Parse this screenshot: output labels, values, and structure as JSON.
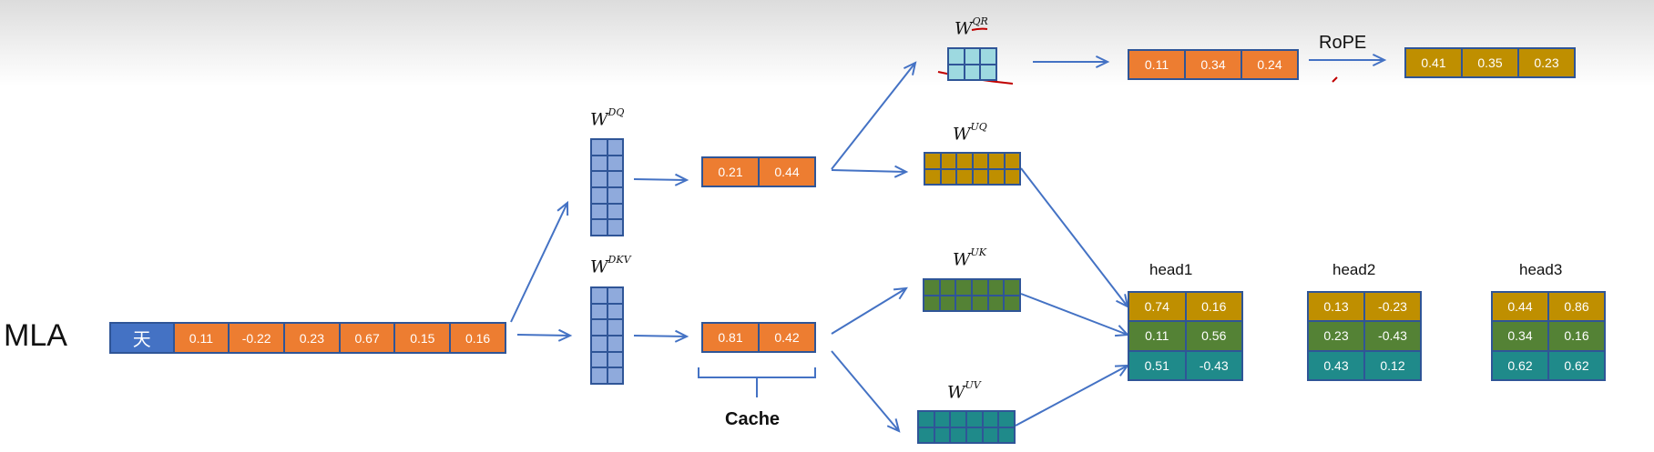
{
  "title": "MLA",
  "colors": {
    "arrow": "#4472c4",
    "border": "#2f5597",
    "token": "#4472c4",
    "orange": "#ed7d31",
    "gold": "#bf8f00",
    "green": "#548235",
    "teal": "#1f8a8a",
    "light_blue": "#8faadc",
    "cyan": "#9dd9e0",
    "annotation_red": "#c00000"
  },
  "input": {
    "token": "天",
    "values": [
      "0.11",
      "-0.22",
      "0.23",
      "0.67",
      "0.15",
      "0.16"
    ]
  },
  "weights": {
    "w_dq": {
      "base": "W",
      "sup": "DQ"
    },
    "w_dkv": {
      "base": "W",
      "sup": "DKV"
    },
    "w_qr": {
      "base": "W",
      "sup": "QR"
    },
    "w_uq": {
      "base": "W",
      "sup": "UQ"
    },
    "w_uk": {
      "base": "W",
      "sup": "UK"
    },
    "w_uv": {
      "base": "W",
      "sup": "UV"
    }
  },
  "latent_q": {
    "values": [
      "0.21",
      "0.44"
    ]
  },
  "latent_kv": {
    "values": [
      "0.81",
      "0.42"
    ]
  },
  "cache_label": "Cache",
  "q_rope_input": {
    "values": [
      "0.11",
      "0.34",
      "0.24"
    ]
  },
  "rope_label": "RoPE",
  "q_rope_output": {
    "values": [
      "0.41",
      "0.35",
      "0.23"
    ]
  },
  "heads": [
    {
      "label": "head1",
      "rows": [
        [
          "0.74",
          "0.16"
        ],
        [
          "0.11",
          "0.56"
        ],
        [
          "0.51",
          "-0.43"
        ]
      ]
    },
    {
      "label": "head2",
      "rows": [
        [
          "0.13",
          "-0.23"
        ],
        [
          "0.23",
          "-0.43"
        ],
        [
          "0.43",
          "0.12"
        ]
      ]
    },
    {
      "label": "head3",
      "rows": [
        [
          "0.44",
          "0.86"
        ],
        [
          "0.34",
          "0.16"
        ],
        [
          "0.62",
          "0.62"
        ]
      ]
    }
  ]
}
